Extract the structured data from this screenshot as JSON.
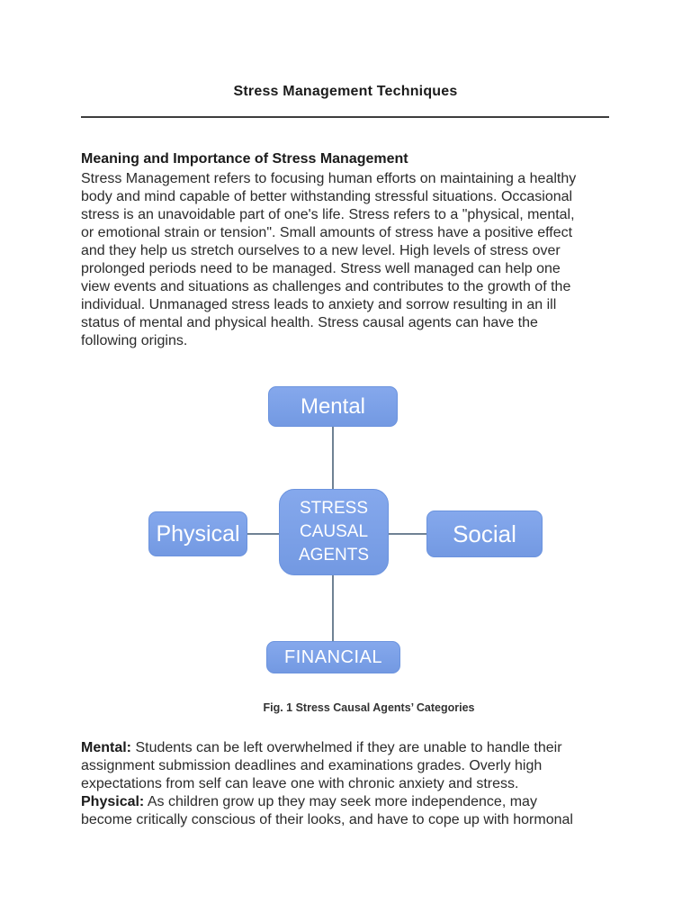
{
  "page": {
    "title": "Stress Management Techniques",
    "section_heading": "Meaning and Importance of Stress Management",
    "intro_paragraph": "Stress Management refers to focusing human efforts on maintaining a healthy\nbody and mind capable of better withstanding stressful situations. Occasional\nstress is an unavoidable part of one's life. Stress refers to a \"physical, mental,\nor emotional strain or tension\". Small amounts of stress have a positive effect\nand they help us stretch ourselves to a new level. High levels of stress over\nprolonged periods need to be managed. Stress well managed can help one\nview events and situations as challenges and contributes to the growth of the\nindividual. Unmanaged stress leads to anxiety and sorrow resulting in an ill\nstatus of mental and physical health. Stress causal agents can have the\nfollowing origins."
  },
  "diagram": {
    "center_box": "STRESS\nCAUSAL\nAGENTS",
    "top_box": "Mental",
    "left_box": "Physical",
    "right_box": "Social",
    "bottom_box": "FINANCIAL",
    "caption": "Fig. 1 Stress Causal Agents’ Categories",
    "colors": {
      "box_fill": "#7ba0e7",
      "box_border": "#6b93de",
      "box_text": "#ffffff",
      "connector": "#6f8294"
    }
  },
  "categories": {
    "mental_label": "Mental:",
    "mental_text": " Students can be left overwhelmed if they are unable to handle their\nassignment submission deadlines and examinations grades. Overly high\nexpectations from self can leave one with chronic anxiety and stress.",
    "physical_label": "Physical:",
    "physical_text": " As children grow up they may seek more independence, may\nbecome critically conscious of their looks, and have to cope up with hormonal"
  }
}
